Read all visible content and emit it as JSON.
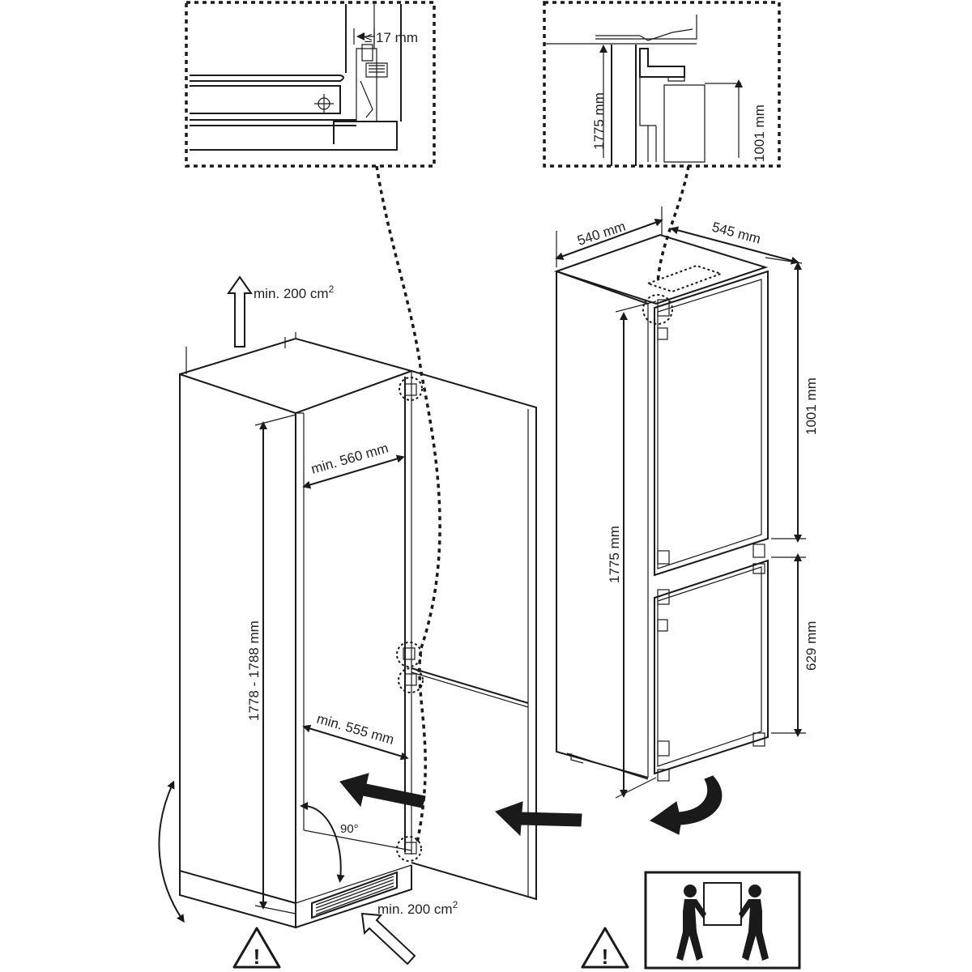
{
  "detail_left": {
    "gap_label": "≤ 17 mm"
  },
  "detail_right": {
    "height_label": "1775 mm",
    "upper_label": "1001 mm"
  },
  "fridge": {
    "width_label": "540 mm",
    "depth_label": "545 mm",
    "height_label": "1775 mm",
    "upper_door_label": "1001 mm",
    "lower_door_label": "629 mm"
  },
  "cabinet": {
    "vent_top_label": "min. 200 cm",
    "vent_top_sup": "2",
    "vent_bottom_label": "min. 200 cm",
    "vent_bottom_sup": "2",
    "height_label": "1778 - 1788 mm",
    "width_top_label": "min. 560 mm",
    "width_bottom_label": "min. 555 mm",
    "angle_label": "90°"
  },
  "warnings": {
    "symbol": "!"
  },
  "colors": {
    "line": "#1a1a1a",
    "background": "#ffffff"
  }
}
